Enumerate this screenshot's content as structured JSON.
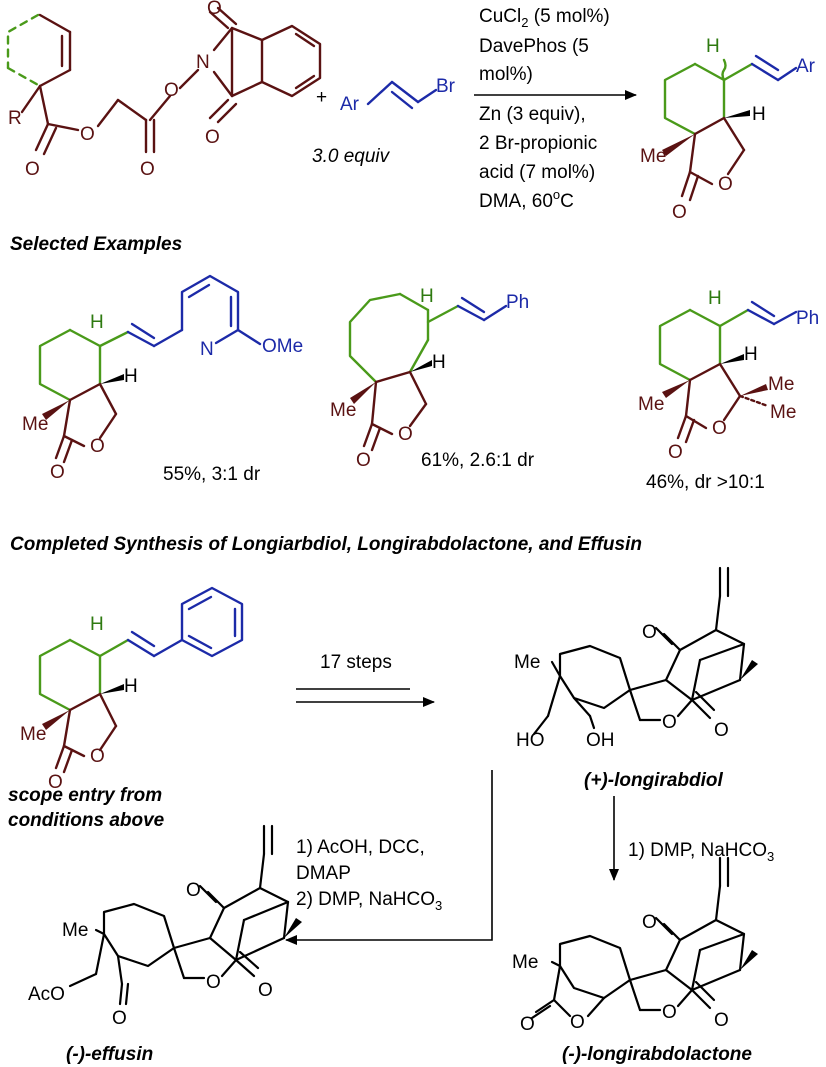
{
  "reaction": {
    "plus": "+",
    "aryl": "Ar",
    "bromo": "Br",
    "equiv_note": "3.0 equiv",
    "substituent_r": "R",
    "product_ar": "Ar",
    "conditions": [
      "CuCl",
      "2",
      " (5 mol%)",
      "DavePhos (5",
      "mol%)",
      "Zn (3 equiv),",
      "2 Br-propionic",
      "acid (7 mol%)",
      "DMA, 60",
      "o",
      "C"
    ]
  },
  "atoms": {
    "o": "O",
    "n": "N",
    "h": "H",
    "me": "Me",
    "ph": "Ph",
    "ome": "OMe",
    "ho": "HO",
    "oh": "OH",
    "aco": "AcO"
  },
  "sections": {
    "selected_examples": "Selected Examples",
    "completed_synthesis": "Completed Synthesis of Longiarbdiol, Longirabdolactone, and Effusin"
  },
  "examples": [
    {
      "result": "55%, 3:1 dr"
    },
    {
      "result": "61%, 2.6:1 dr"
    },
    {
      "result": "46%, dr >10:1"
    }
  ],
  "synthesis": {
    "steps_label": "17 steps",
    "scope_caption_line1": "scope entry from",
    "scope_caption_line2": "conditions above",
    "longirabdiol_name": "(+)-longirabdiol",
    "longirabdolactone_name": "(-)-longirabdolactone",
    "effusin_name": "(-)-effusin",
    "dmp_step_prefix": "1) DMP, NaHCO",
    "dmp_step_sub": "3",
    "effusin_steps_line1": "1) AcOH, DCC,",
    "effusin_steps_line2": "DMAP",
    "effusin_steps_line3_prefix": "2) DMP, NaHCO",
    "effusin_steps_line3_sub": "3"
  },
  "colors": {
    "maroon": "#5a1212",
    "green": "#4a9a1a",
    "blue": "#1c2aa8",
    "black": "#000000"
  }
}
